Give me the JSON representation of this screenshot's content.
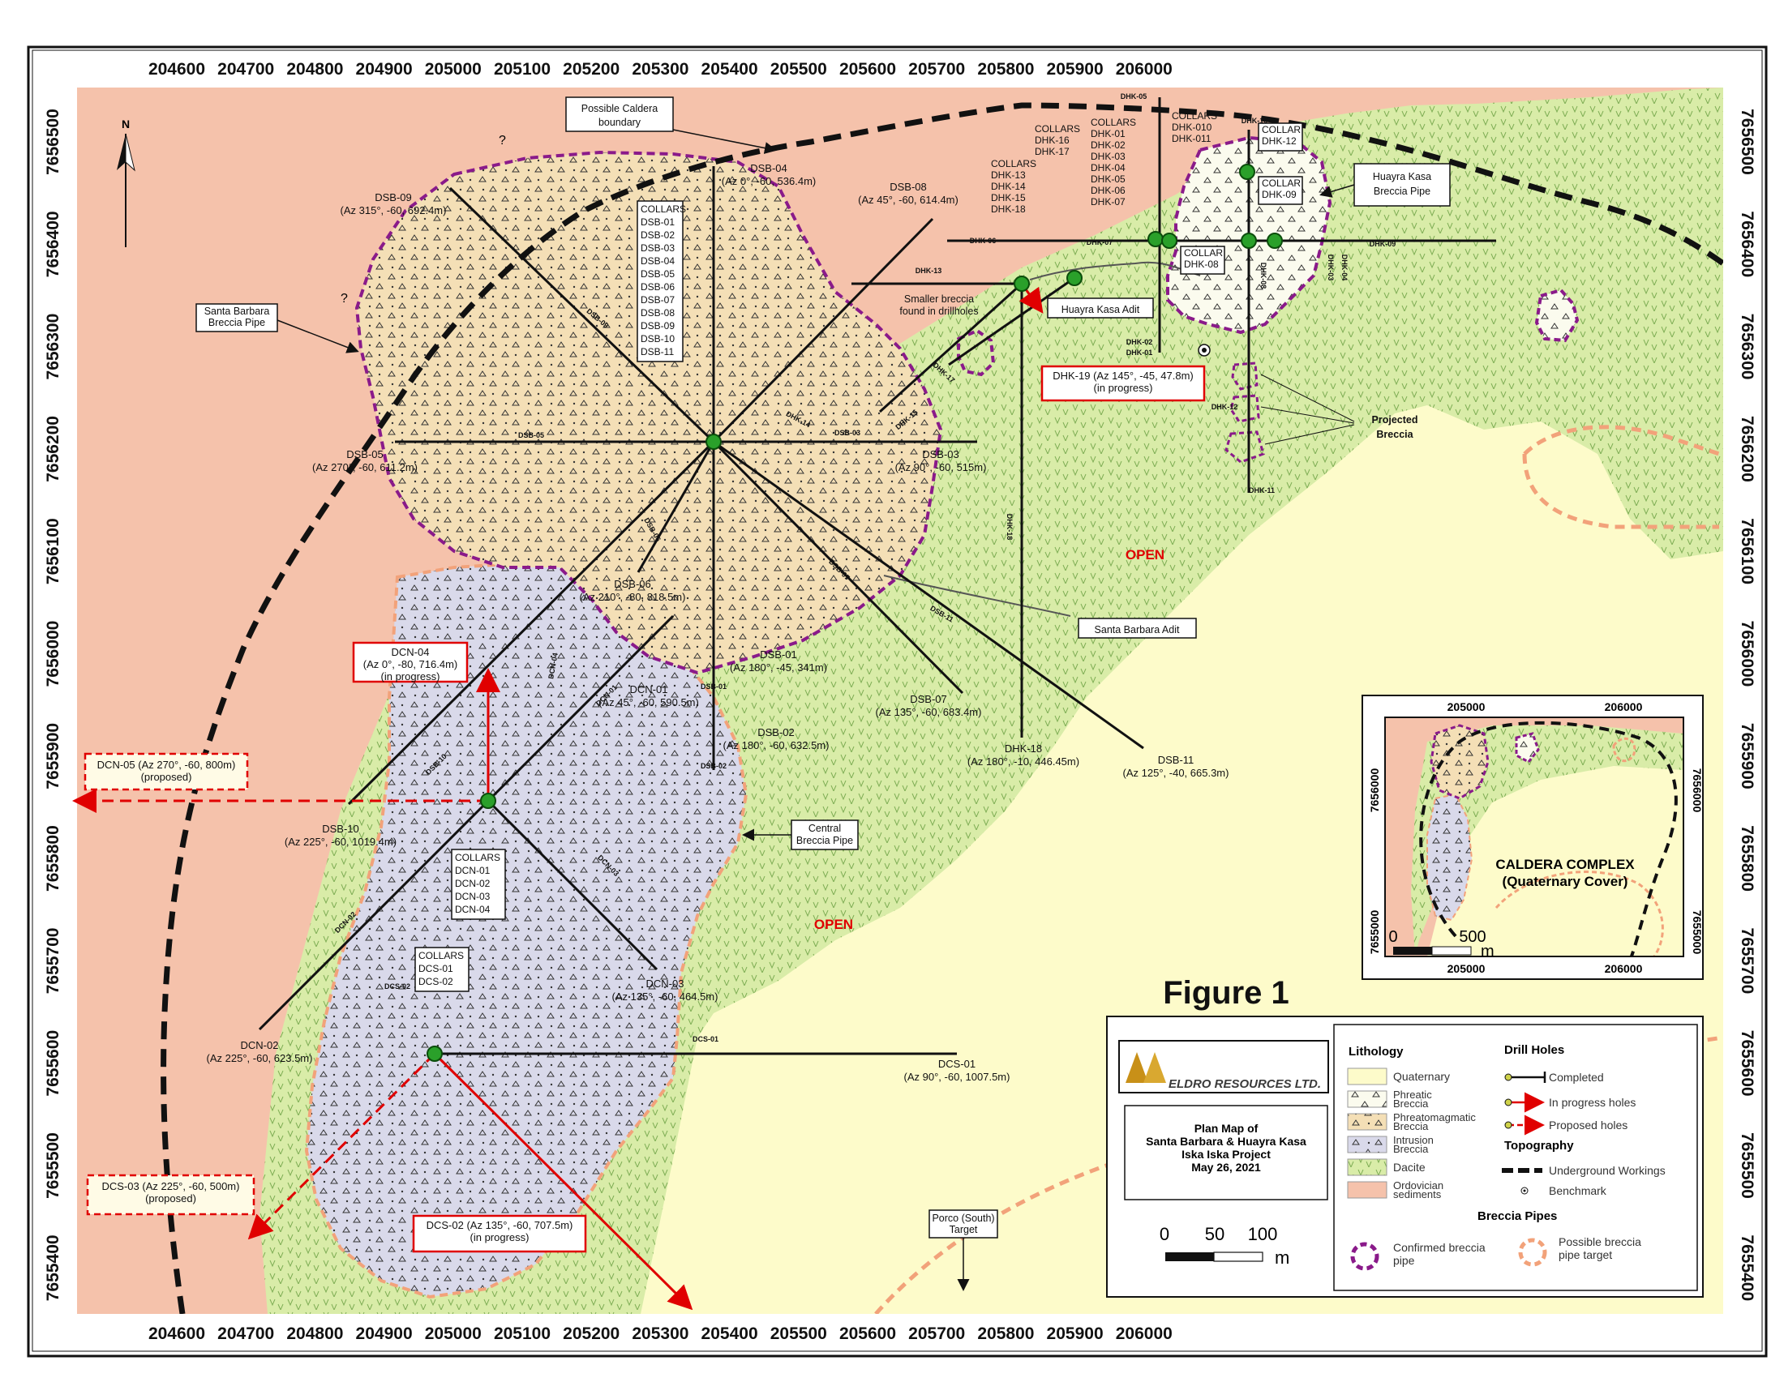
{
  "axes": {
    "top_ticks": [
      "204600",
      "204700",
      "204800",
      "204900",
      "205000",
      "205100",
      "205200",
      "205300",
      "205400",
      "205500",
      "205600",
      "205700",
      "205800",
      "205900",
      "206000"
    ],
    "bottom_ticks": [
      "204600",
      "204700",
      "204800",
      "204900",
      "205000",
      "205100",
      "205200",
      "205300",
      "205400",
      "205500",
      "205600",
      "205700",
      "205800",
      "205900",
      "206000"
    ],
    "left_ticks": [
      "7656500",
      "7656400",
      "7656300",
      "7656200",
      "7656100",
      "7656000",
      "7655900",
      "7655800",
      "7655700",
      "7655600",
      "7655500",
      "7655400"
    ],
    "right_ticks": [
      "7656500",
      "7656400",
      "7656300",
      "7656200",
      "7656100",
      "7656000",
      "7655900",
      "7655800",
      "7655700",
      "7655600",
      "7655500",
      "7655400"
    ]
  },
  "north_label": "N",
  "figure_title": "Figure 1",
  "colors": {
    "ordovician": "#f5c2ab",
    "dacite": "#d9eca8",
    "quaternary": "#fdfbca",
    "phreatomagmatic": "#f4dfb6",
    "intrusion": "#d9d9ea",
    "confirmed_pipe": "#8a1a8a",
    "possible_pipe": "#f2a27a",
    "collar": "#2aa02a",
    "in_progress": "#e00000"
  },
  "labels": {
    "caldera": [
      "Possible Caldera",
      "boundary"
    ],
    "santa_barbara_pipe": [
      "Santa Barbara",
      "Breccia Pipe"
    ],
    "huayra_pipe": [
      "Huayra Kasa",
      "Breccia Pipe"
    ],
    "central_pipe": [
      "Central",
      "Breccia Pipe"
    ],
    "smaller_breccia": [
      "Smaller breccia",
      "found in drillholes"
    ],
    "projected_breccia": [
      "Projected",
      "Breccia"
    ],
    "huayra_adit": "Huayra Kasa Adit",
    "santa_barbara_adit": "Santa Barbara Adit",
    "open1": "OPEN",
    "open2": "OPEN",
    "porco": [
      "Porco (South)",
      "Target"
    ],
    "qmark1": "?",
    "qmark2": "?"
  },
  "collars": {
    "dsb": [
      "COLLARS",
      "DSB-01",
      "DSB-02",
      "DSB-03",
      "DSB-04",
      "DSB-05",
      "DSB-06",
      "DSB-07",
      "DSB-08",
      "DSB-09",
      "DSB-10",
      "DSB-11"
    ],
    "dcn": [
      "COLLARS",
      "DCN-01",
      "DCN-02",
      "DCN-03",
      "DCN-04"
    ],
    "dcs": [
      "COLLARS",
      "DCS-01",
      "DCS-02"
    ],
    "dhk_a": [
      "COLLARS",
      "DHK-13",
      "DHK-14",
      "DHK-15",
      "DHK-18"
    ],
    "dhk_b": [
      "COLLARS",
      "DHK-16",
      "DHK-17"
    ],
    "dhk_c": [
      "COLLARS",
      "DHK-01",
      "DHK-02",
      "DHK-03",
      "DHK-04",
      "DHK-05",
      "DHK-06",
      "DHK-07"
    ],
    "dhk_d": [
      "COLLARS",
      "DHK-010",
      "DHK-011"
    ],
    "dhk_e": [
      "COLLAR",
      "DHK-12"
    ],
    "dhk_f": [
      "COLLAR",
      "DHK-09"
    ],
    "dhk_g": [
      "COLLAR",
      "DHK-08"
    ]
  },
  "holes": {
    "dsb04": [
      "DSB-04",
      "(Az 0°, -60, 536.4m)"
    ],
    "dsb08": [
      "DSB-08",
      "(Az 45°, -60, 614.4m)"
    ],
    "dsb09": [
      "DSB-09",
      "(Az 315°, -60, 692.4m)"
    ],
    "dsb05": [
      "DSB-05",
      "(Az 270°, -60, 611.2m)"
    ],
    "dsb03": [
      "DSB-03",
      "(Az 90°, -60, 515m)"
    ],
    "dsb06": [
      "DSB-06",
      "(Az 210°, -80, 818.5m)"
    ],
    "dsb01": [
      "DSB-01",
      "(Az 180°, -45, 341m)"
    ],
    "dsb02": [
      "DSB-02",
      "(Az 180°, -60, 632.5m)"
    ],
    "dsb07": [
      "DSB-07",
      "(Az 135°, -60, 683.4m)"
    ],
    "dsb11": [
      "DSB-11",
      "(Az 125°, -40, 665.3m)"
    ],
    "dsb10": [
      "DSB-10",
      "(Az 225°, -60, 1019.4m)"
    ],
    "dhk18": [
      "DHK-18",
      "(Az 180°, -10, 446.45m)"
    ],
    "dcn01": [
      "DCN-01",
      "(Az 45°, -60, 590.5m)"
    ],
    "dcn02": [
      "DCN-02",
      "(Az 225°, -60, 623.5m)"
    ],
    "dcn03": [
      "DCN-03",
      "(Az 135°, -60, 464.5m)"
    ],
    "dcs01": [
      "DCS-01",
      "(Az 90°, -60, 1007.5m)"
    ],
    "dcn04": [
      "DCN-04",
      "(Az 0°, -80, 716.4m)",
      "(in progress)"
    ],
    "dhk19": [
      "DHK-19 (Az 145°, -45, 47.8m)",
      "(in progress)"
    ],
    "dcs02": [
      "DCS-02 (Az 135°, -60, 707.5m)",
      "(in progress)"
    ],
    "dcn05": [
      "DCN-05 (Az 270°, -60, 800m)",
      "(proposed)"
    ],
    "dcs03": [
      "DCS-03 (Az 225°, -60, 500m)",
      "(proposed)"
    ]
  },
  "trace_labels": [
    "DSB-09",
    "DSB-08",
    "DSB-05",
    "DSB-10",
    "DSB-06",
    "DSB-01",
    "DSB-02",
    "DSB-07",
    "DSB-11",
    "DSB-03",
    "DHK-14",
    "DHK-15",
    "DHK-17",
    "DHK-18",
    "DHK-13",
    "DHK-06",
    "DHK-07",
    "DHK-05",
    "DHK-02",
    "DHK-01",
    "DHK-12",
    "DHK-11",
    "DHK-10",
    "DHK-08",
    "DHK-03",
    "DHK-09",
    "DCN-01",
    "DCN-02",
    "DCN-03",
    "DCN-04",
    "DCS-01",
    "DCS-02",
    "DHK-04"
  ],
  "inset": {
    "top_ticks": [
      "205000",
      "206000"
    ],
    "bottom_ticks": [
      "205000",
      "206000"
    ],
    "left_ticks": [
      "7656000",
      "7655000"
    ],
    "right_ticks": [
      "7656000",
      "7655000"
    ],
    "title": [
      "CALDERA COMPLEX",
      "(Quaternary Cover)"
    ],
    "scale": [
      "0",
      "500",
      "m"
    ]
  },
  "legend": {
    "company": "ELDRO RESOURCES LTD.",
    "title_lines": [
      "Plan Map of",
      "Santa Barbara & Huayra Kasa",
      "Iska Iska Project",
      "May 26, 2021"
    ],
    "scale": [
      "0",
      "50",
      "100",
      "m"
    ],
    "lithology_heading": "Lithology",
    "lithology": [
      [
        "Quaternary"
      ],
      [
        "Phreatic",
        "Breccia"
      ],
      [
        "Phreatomagmatic",
        "Breccia"
      ],
      [
        "Intrusion",
        "Breccia"
      ],
      [
        "Dacite"
      ],
      [
        "Ordovician",
        "sediments"
      ]
    ],
    "drill_heading": "Drill Holes",
    "drill": [
      "Completed",
      "In progress holes",
      "Proposed holes"
    ],
    "topo_heading": "Topography",
    "topo": [
      "Underground Workings",
      "Benchmark"
    ],
    "pipes_heading": "Breccia Pipes",
    "pipes": [
      [
        "Confirmed breccia",
        "pipe"
      ],
      [
        "Possible breccia",
        "pipe target"
      ]
    ]
  }
}
